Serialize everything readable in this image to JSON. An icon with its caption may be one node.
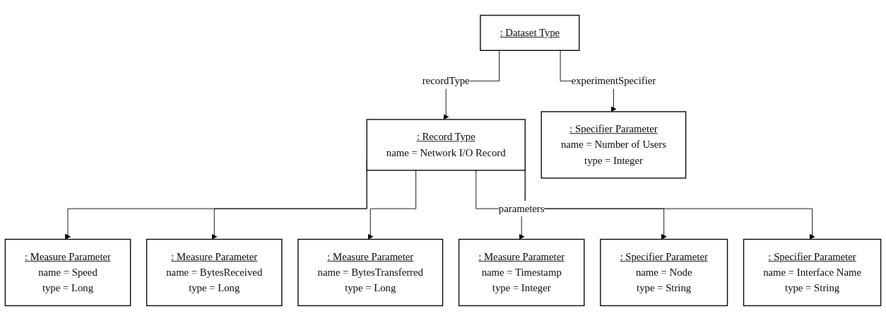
{
  "diagram": {
    "nodes": [
      {
        "text": [
          ": Dataset Type"
        ]
      },
      {
        "text": [
          ": Measure Parameter",
          "name = Speed",
          "type = Long"
        ]
      },
      {
        "text": [
          ": Record Type",
          "name = Network I/O Record"
        ]
      },
      {
        "text": [
          ": Specifier Parameter",
          "name = Number of Users",
          "type = Integer"
        ]
      },
      {
        "text": [
          ": Measure Parameter",
          "name = BytesReceived",
          "type = Long"
        ]
      },
      {
        "text": [
          ": Measure Parameter",
          "name = BytesTransferred",
          "type = Long"
        ]
      },
      {
        "text": [
          ": Measure Parameter",
          "name = Timestamp",
          "type = Integer"
        ]
      },
      {
        "text": [
          ": Specifier Parameter",
          "name = Node",
          "type = String"
        ]
      },
      {
        "text": [
          ": Specifier Parameter",
          "name = Interface Name",
          "type = String"
        ]
      }
    ],
    "edges": [
      {
        "from": 0,
        "to": 2,
        "arrow": "to",
        "label": "recordType"
      },
      {
        "from": 0,
        "to": 3,
        "arrow": "to",
        "label": "experimentSpecifier"
      },
      {
        "from": 2,
        "to": 1,
        "arrow": "to"
      },
      {
        "from": 2,
        "to": 4,
        "arrow": "to"
      },
      {
        "from": 2,
        "to": 5,
        "arrow": "to"
      },
      {
        "from": 2,
        "to": 6,
        "arrow": "to",
        "label": "parameters"
      },
      {
        "from": 2,
        "to": 7,
        "arrow": "to"
      },
      {
        "from": 2,
        "to": 8,
        "arrow": "to"
      }
    ]
  }
}
